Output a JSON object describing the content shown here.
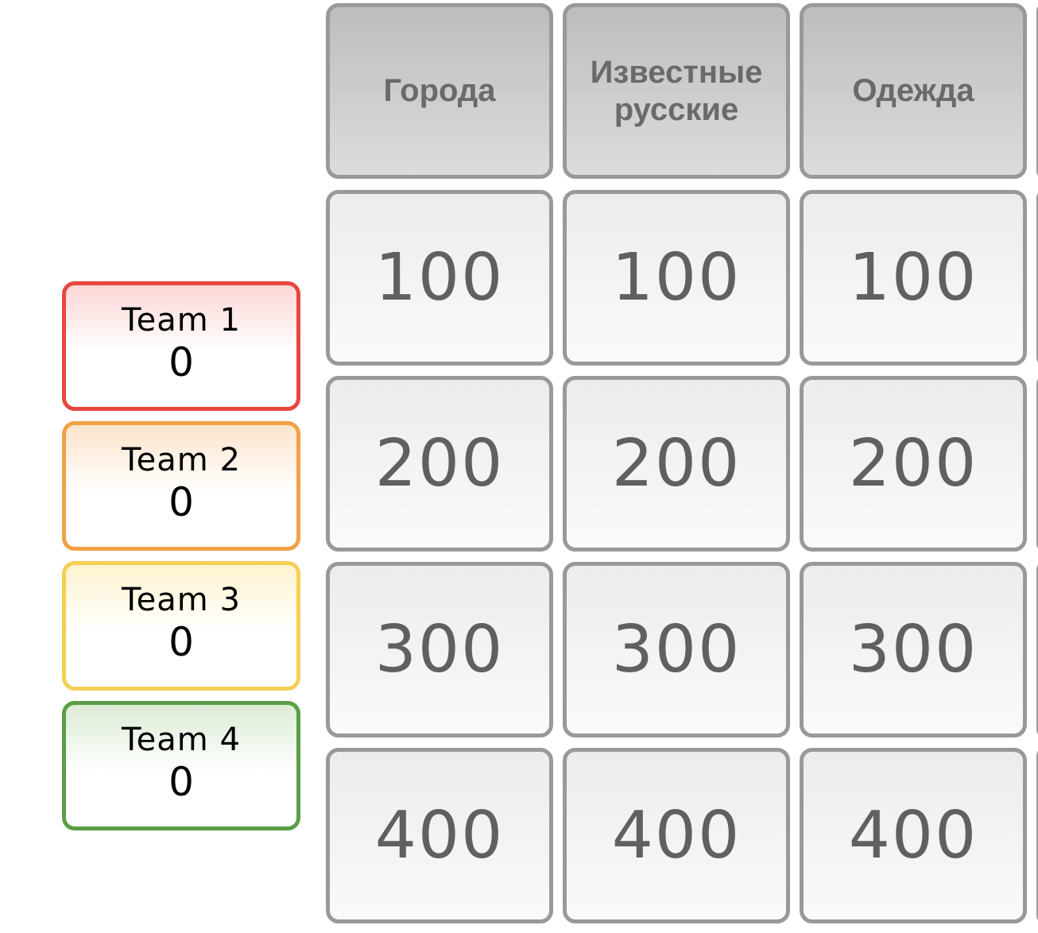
{
  "teams": [
    {
      "name": "Team 1",
      "score": "0",
      "color": "#e8473f",
      "tint": "#fdd6d6"
    },
    {
      "name": "Team 2",
      "score": "0",
      "color": "#f0a146",
      "tint": "#fde4cc"
    },
    {
      "name": "Team 3",
      "score": "0",
      "color": "#f5cf55",
      "tint": "#fdf3cf"
    },
    {
      "name": "Team 4",
      "score": "0",
      "color": "#5a9f48",
      "tint": "#dcecd6"
    }
  ],
  "board": {
    "categories": [
      "Города",
      "Известные русские",
      "Одежда"
    ],
    "values": [
      "100",
      "200",
      "300",
      "400"
    ]
  }
}
